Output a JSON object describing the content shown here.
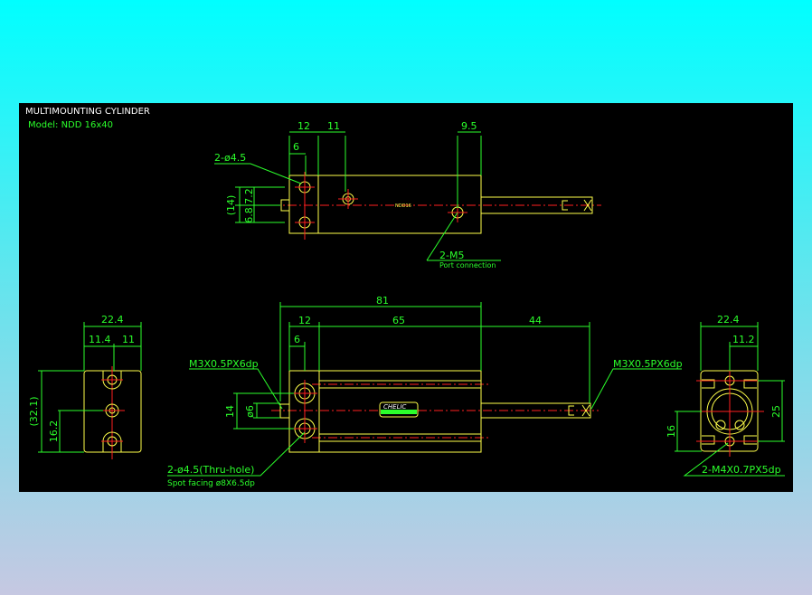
{
  "title": "MULTIMOUNTING CYLINDER",
  "model": "Model:  NDD 16x40",
  "colors": {
    "background_top": "#00ffff",
    "background_bottom": "#c6c8e2",
    "drawing_bg": "#000000",
    "outline": "#ffff4a",
    "dimension": "#2bff2b",
    "centerline": "#ff2020"
  },
  "top_view": {
    "dims": {
      "flange": "12",
      "port_offset": "11",
      "hole_offset": "6",
      "port_rear": "9.5",
      "height": "(14)",
      "upper": "7.2",
      "lower": "6.8"
    },
    "hole_label": "2-ø4.5",
    "port_label": "2-M5",
    "port_note": "Port connection",
    "body_mark": "NDD16"
  },
  "side_view": {
    "dims": {
      "width": "22.4",
      "left": "11.4",
      "right": "11",
      "height": "(32.1)",
      "center": "16.2"
    }
  },
  "front_view": {
    "dims": {
      "overall": "81",
      "flange": "12",
      "body": "65",
      "stroke": "44",
      "hole_offset": "6",
      "pitch": "14",
      "rod": "ø6"
    },
    "thread_left": "M3X0.5PX6dp",
    "thread_right": "M3X0.5PX6dp",
    "hole_label": "2-ø4.5(Thru-hole)",
    "hole_note": "Spot facing  ø8X6.5dp",
    "badge": "CHELIC"
  },
  "end_view": {
    "dims": {
      "width": "22.4",
      "half": "11.2",
      "pitch": "25",
      "center": "16"
    },
    "thread_label": "2-M4X0.7PX5dp"
  }
}
